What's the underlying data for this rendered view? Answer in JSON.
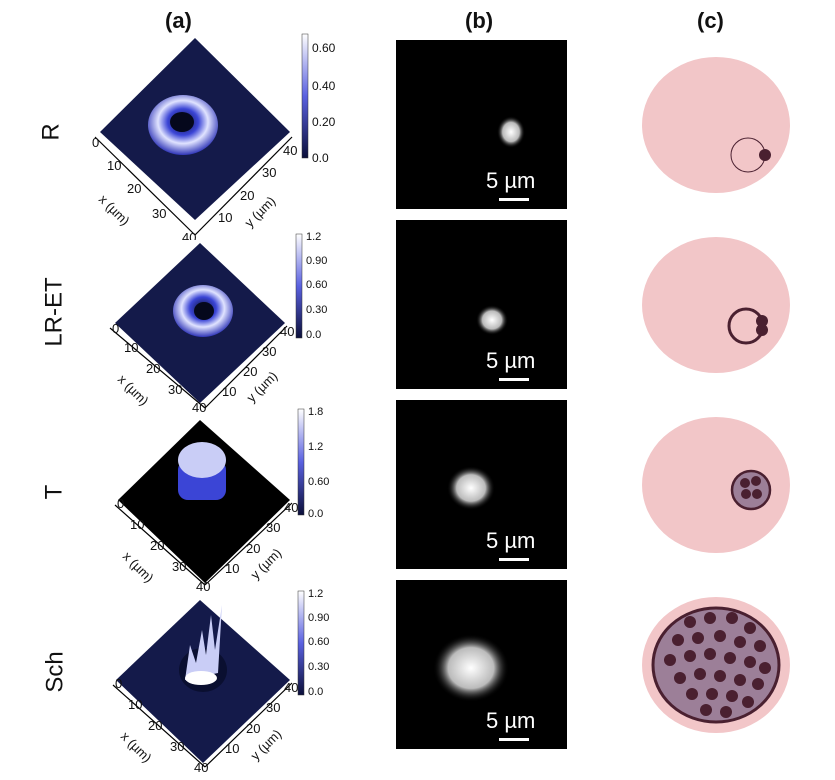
{
  "columns": {
    "a": "(a)",
    "b": "(b)",
    "c": "(c)"
  },
  "rows": [
    {
      "label": "R",
      "colorbar_ticks": [
        "0.60",
        "0.40",
        "0.20",
        "0.0"
      ],
      "scale": "5 µm"
    },
    {
      "label": "LR-ET",
      "colorbar_ticks": [
        "1.2",
        "0.90",
        "0.60",
        "0.30",
        "0.0"
      ],
      "scale": "5 µm"
    },
    {
      "label": "T",
      "colorbar_ticks": [
        "1.8",
        "1.2",
        "0.60",
        "0.0"
      ],
      "scale": "5 µm"
    },
    {
      "label": "Sch",
      "colorbar_ticks": [
        "1.2",
        "0.90",
        "0.60",
        "0.30",
        "0.0"
      ],
      "scale": "5 µm"
    }
  ],
  "axes": {
    "x_label": "x (µm)",
    "y_label": "y (µm)",
    "x_ticks": [
      "0",
      "10",
      "20",
      "30",
      "40"
    ],
    "y_ticks": [
      "10",
      "20",
      "30",
      "40"
    ]
  },
  "colors": {
    "rbc": "#f2c6c8",
    "parasite_dark": "#4a2030",
    "schizont_fill": "#9c7f98",
    "surface_dark": "#141a4a",
    "surface_light": "#c9cdf6"
  }
}
